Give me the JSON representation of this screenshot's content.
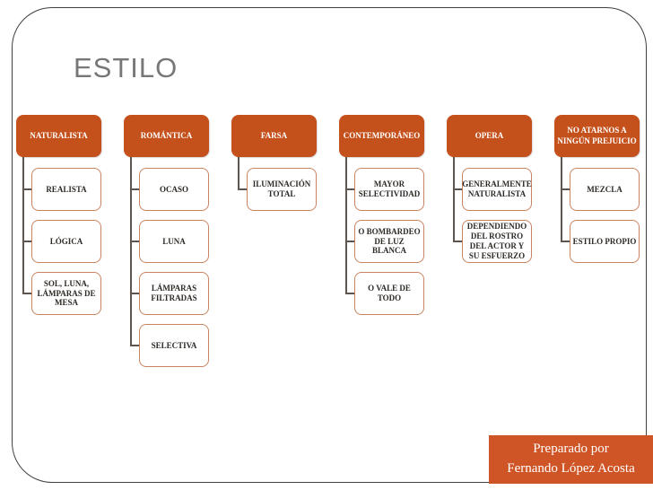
{
  "slide": {
    "title": "ESTILO",
    "footer": {
      "line1": "Preparado por",
      "line2": "Fernando López Acosta"
    }
  },
  "colors": {
    "accent_orange": "#C4511B",
    "footer_orange": "#CF5526",
    "child_border": "#C8835F",
    "connector": "#5E564E",
    "child_text": "#2E2A26",
    "title_gray": "#777777",
    "border_gray": "#404040"
  },
  "diagram": {
    "type": "hierarchy",
    "columns": [
      {
        "header": "NATURALISTA",
        "children": [
          "REALISTA",
          "LÓGICA",
          "SOL, LUNA, LÁMPARAS DE MESA"
        ]
      },
      {
        "header": "ROMÁNTICA",
        "children": [
          "OCASO",
          "LUNA",
          "LÁMPARAS FILTRADAS",
          "SELECTIVA"
        ]
      },
      {
        "header": "FARSA",
        "children": [
          "ILUMINACIÓN TOTAL"
        ]
      },
      {
        "header": "CONTEMPORÁNEO",
        "children": [
          "MAYOR SELECTIVIDAD",
          "O BOMBARDEO DE LUZ BLANCA",
          "O VALE DE TODO"
        ]
      },
      {
        "header": "OPERA",
        "children": [
          "GENERALMENTE NATURALISTA",
          "DEPENDIENDO DEL ROSTRO DEL ACTOR Y SU ESFUERZO"
        ]
      },
      {
        "header": "NO ATARNOS A NINGÚN PREJUICIO",
        "children": [
          "MEZCLA",
          "ESTILO PROPIO"
        ]
      }
    ]
  }
}
